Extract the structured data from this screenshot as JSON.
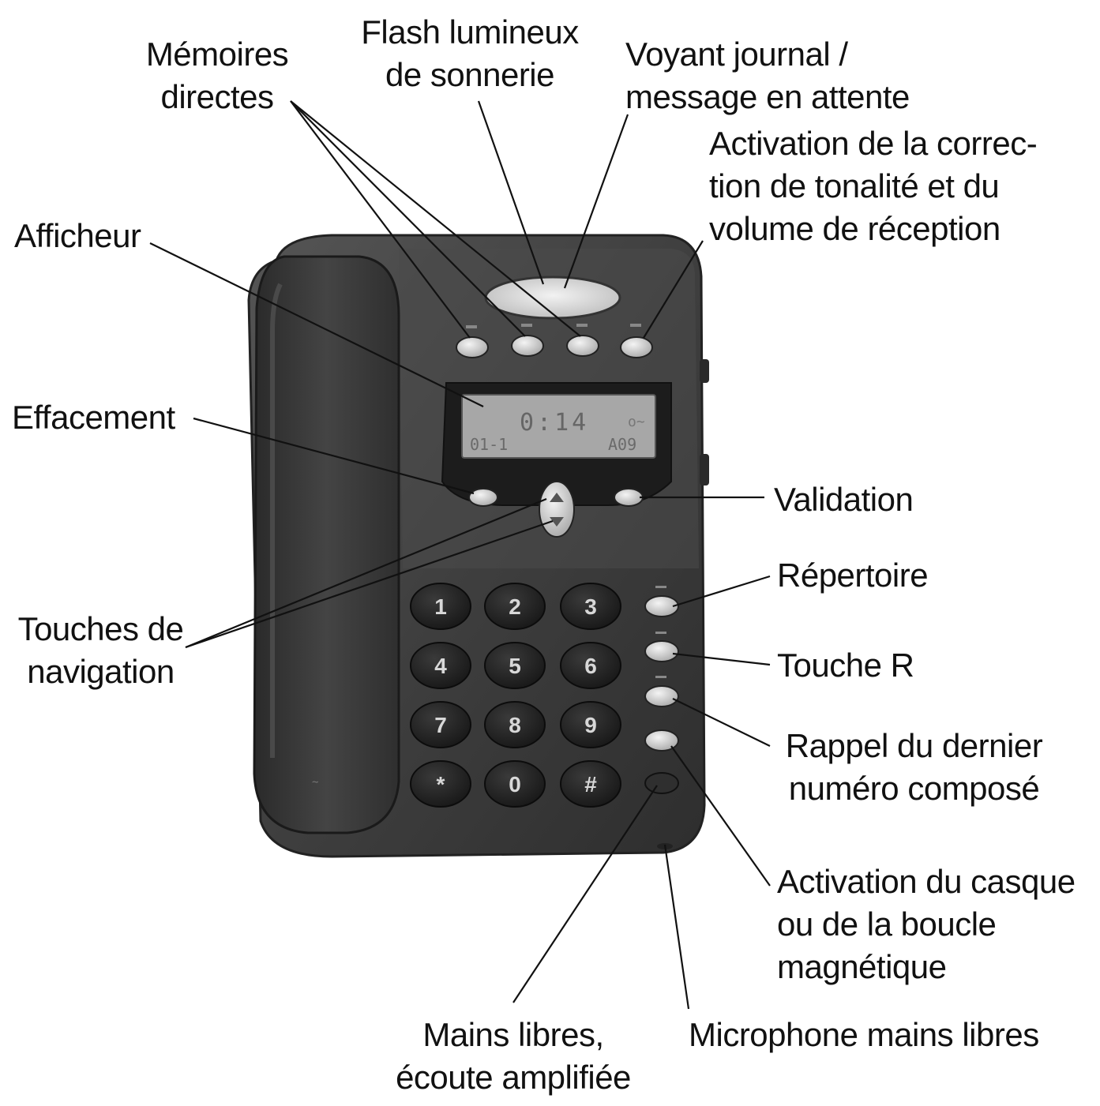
{
  "labels": {
    "memoires": [
      "Mémoires",
      "directes"
    ],
    "flash": [
      "Flash lumineux",
      "de sonnerie"
    ],
    "voyant": [
      "Voyant journal /",
      "message en attente"
    ],
    "activation_tonalite": [
      "Activation de la correc-",
      "tion de tonalité et du",
      "volume de réception"
    ],
    "afficheur": [
      "Afficheur"
    ],
    "effacement": [
      "Effacement"
    ],
    "validation": [
      "Validation"
    ],
    "repertoire": [
      "Répertoire"
    ],
    "touches_navigation": [
      "Touches de",
      "navigation"
    ],
    "touche_r": [
      "Touche R"
    ],
    "rappel": [
      "Rappel du dernier",
      "numéro composé"
    ],
    "activation_casque": [
      "Activation du casque",
      "ou de la boucle",
      "magnétique"
    ],
    "mains_libres": [
      "Mains libres,",
      "écoute amplifiée"
    ],
    "microphone": [
      "Microphone mains libres"
    ]
  },
  "phone": {
    "display_line1": "0:14",
    "display_line2_left": "01-1",
    "display_line2_right": "A09",
    "keys": [
      "1",
      "2",
      "3",
      "4",
      "5",
      "6",
      "7",
      "8",
      "9",
      "*",
      "0",
      "#"
    ]
  },
  "colors": {
    "body": "#3e3e3e",
    "body_dark": "#2a2a2a",
    "display": "#a9a9a9",
    "button_light": "#dcdcdc",
    "key": "#1e1e1e",
    "line": "#111111"
  }
}
